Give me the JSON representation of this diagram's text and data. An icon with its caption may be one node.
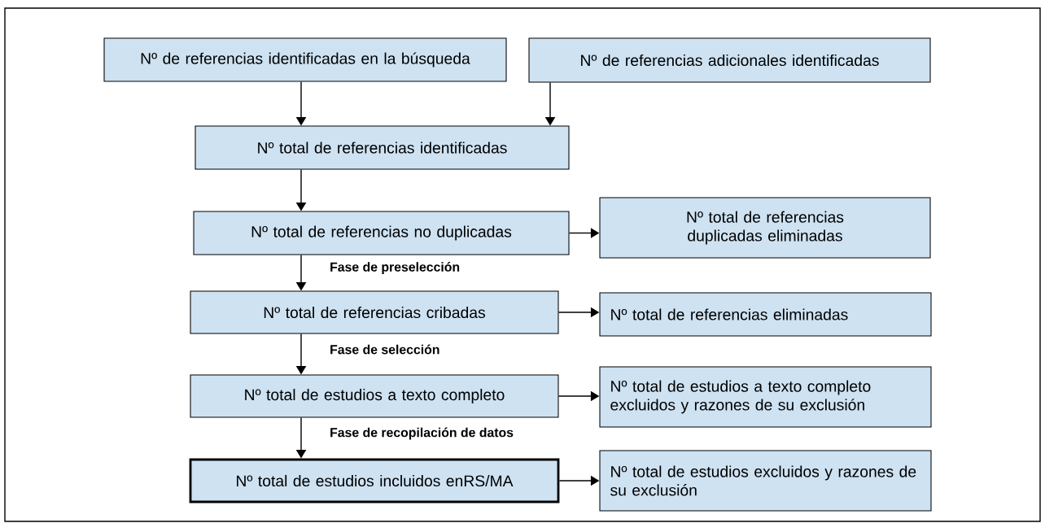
{
  "diagram": {
    "nodes": [
      {
        "text": [
          "Nº de referencias identificadas en la búsqueda"
        ]
      },
      {
        "text": [
          "Nº de referencias adicionales identificadas"
        ]
      },
      {
        "text": [
          "Nº total de referencias identificadas"
        ]
      },
      {
        "text": [
          "Nº total de referencias no duplicadas"
        ]
      },
      {
        "text": [
          "Nº total de referencias duplicadas eliminadas"
        ]
      },
      {
        "text": [
          "Nº total de referencias cribadas"
        ]
      },
      {
        "text": [
          "Nº total de referencias eliminadas"
        ]
      },
      {
        "text": [
          "Nº total de estudios a texto completo"
        ]
      },
      {
        "text": [
          "Nº total de estudios a texto completo excluidos y razones de su exclusión"
        ]
      },
      {
        "text": [
          "Nº total de estudios incluidos enRS/MA"
        ]
      },
      {
        "text": [
          "Nº total de estudios excluidos y razones de su exclusión"
        ]
      }
    ],
    "edges": [
      {
        "from": 0,
        "to": 2,
        "arrow": "to"
      },
      {
        "from": 1,
        "to": 2,
        "arrow": "to"
      },
      {
        "from": 2,
        "to": 3,
        "arrow": "to"
      },
      {
        "from": 3,
        "to": 4,
        "arrow": "to"
      },
      {
        "from": 3,
        "to": 5,
        "arrow": "to",
        "label": "Fase de preselección"
      },
      {
        "from": 5,
        "to": 6,
        "arrow": "to"
      },
      {
        "from": 5,
        "to": 7,
        "arrow": "to",
        "label": "Fase de selección"
      },
      {
        "from": 7,
        "to": 8,
        "arrow": "to"
      },
      {
        "from": 7,
        "to": 9,
        "arrow": "to",
        "label": "Fase de recopilación de datos"
      },
      {
        "from": 9,
        "to": 10,
        "arrow": "to"
      }
    ]
  }
}
